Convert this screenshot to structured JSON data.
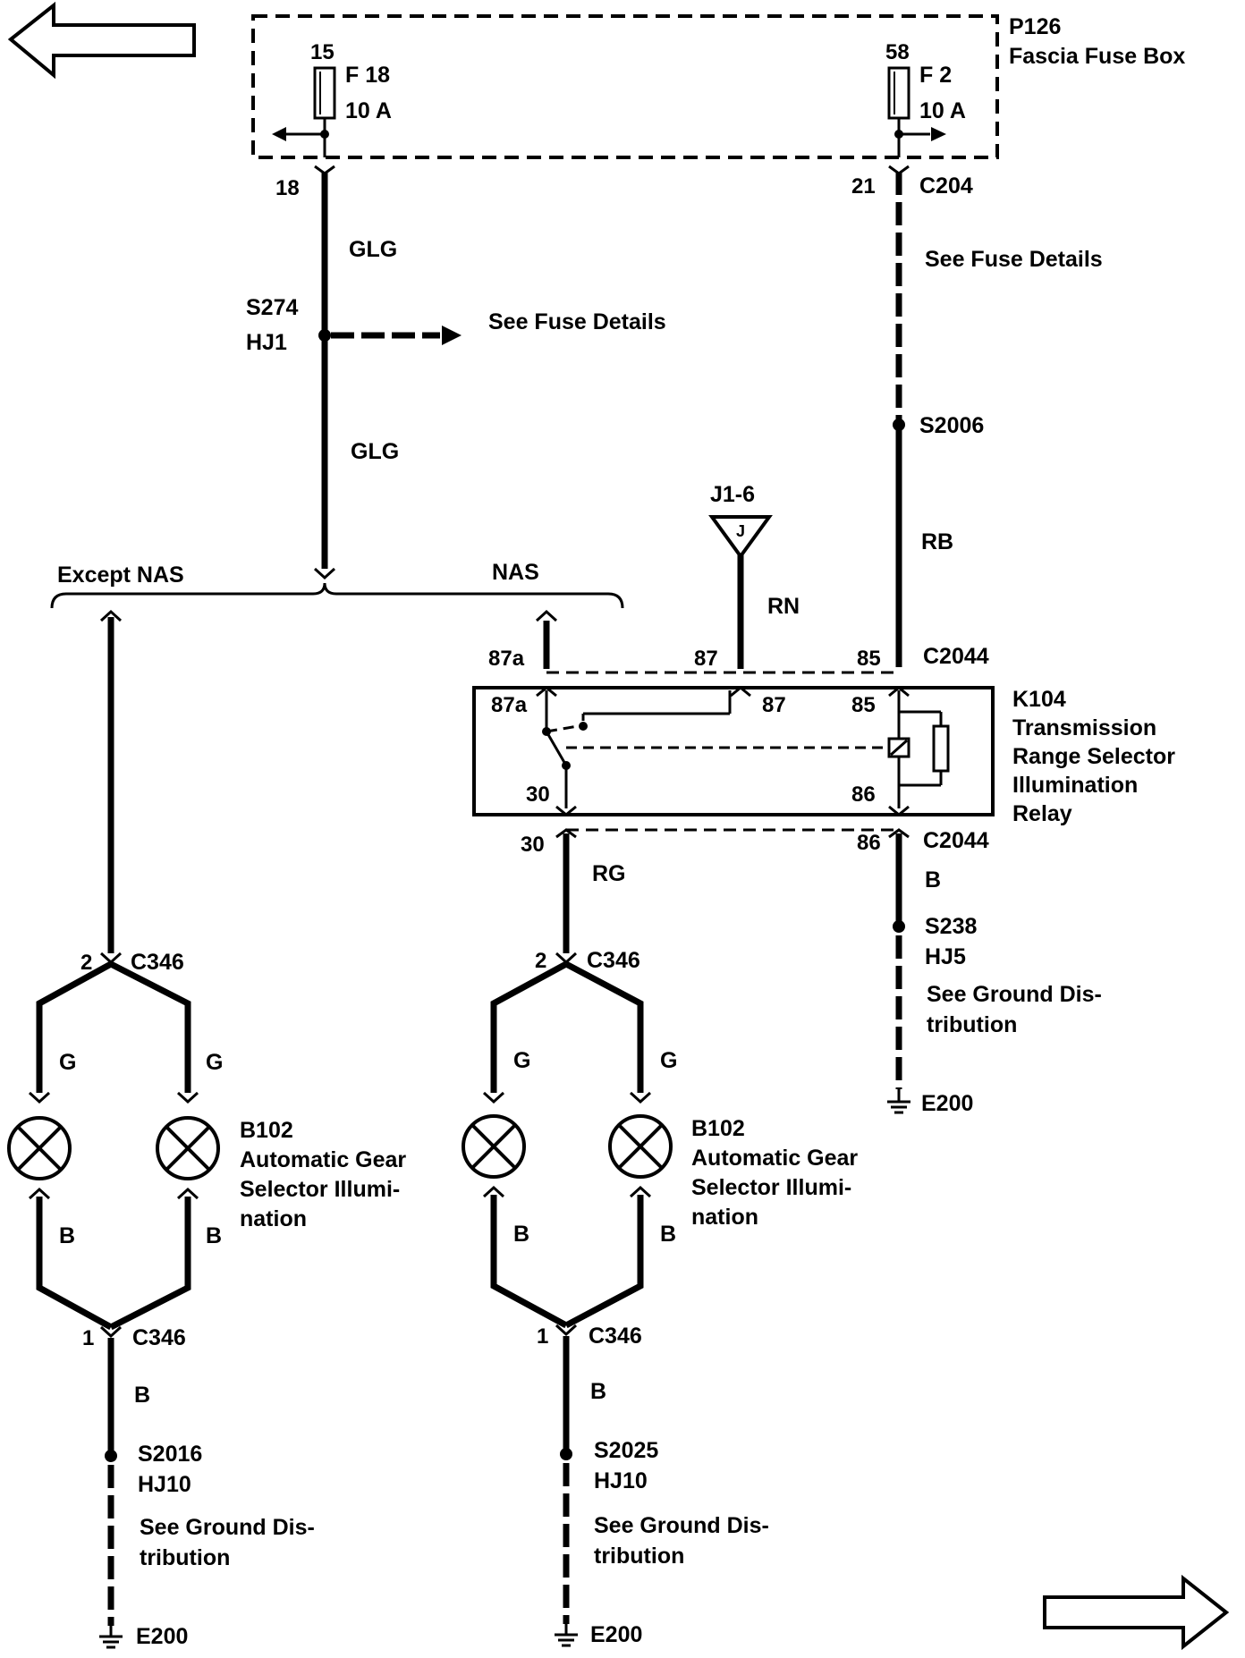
{
  "nav": {
    "back_arrow_icon": "arrow-left-outline",
    "forward_arrow_icon": "arrow-right-outline"
  },
  "fuse_box": {
    "id": "P126",
    "name": "Fascia Fuse Box",
    "fuse_left": {
      "pin": "15",
      "name": "F 18",
      "rating": "10 A"
    },
    "fuse_right": {
      "pin": "58",
      "name": "F 2",
      "rating": "10 A"
    }
  },
  "left_circuit": {
    "pin_out": "18",
    "wire1": "GLG",
    "splice": "S274",
    "harness": "HJ1",
    "see_fuse": "See Fuse Details",
    "wire2": "GLG",
    "branch_except": "Except NAS",
    "branch_nas": "NAS"
  },
  "right_circuit": {
    "pin_out": "21",
    "connector": "C204",
    "see_fuse": "See Fuse Details",
    "splice": "S2006",
    "wire": "RB"
  },
  "jumper": {
    "label": "J1-6",
    "symbol": "J",
    "wire": "RN"
  },
  "relay_connector": {
    "name": "C2044",
    "pin_87a": "87a",
    "pin_87": "87",
    "pin_85": "85",
    "pin_30": "30",
    "pin_86": "86"
  },
  "relay": {
    "id": "K104",
    "line1": "Transmission",
    "line2": "Range Selector",
    "line3": "Illumination",
    "line4": "Relay",
    "pin_87a": "87a",
    "pin_87": "87",
    "pin_85": "85",
    "pin_30": "30",
    "pin_86": "86"
  },
  "relay_output": {
    "wire": "RG"
  },
  "ground_circuit": {
    "connector": "C2044",
    "wire": "B",
    "splice": "S238",
    "harness": "HJ5",
    "see_ground_1": "See Ground Dis-",
    "see_ground_2": "tribution",
    "ground": "E200"
  },
  "lamp_group_left": {
    "top_pin": "2",
    "top_connector": "C346",
    "wire_in_left": "G",
    "wire_in_right": "G",
    "lamp_id": "B102",
    "lamp_line1": "Automatic Gear",
    "lamp_line2": "Selector Illumi-",
    "lamp_line3": "nation",
    "wire_out_left": "B",
    "wire_out_right": "B",
    "bottom_pin": "1",
    "bottom_connector": "C346",
    "wire_ground": "B",
    "splice": "S2016",
    "harness": "HJ10",
    "see_ground_1": "See Ground Dis-",
    "see_ground_2": "tribution",
    "ground": "E200"
  },
  "lamp_group_right": {
    "top_pin": "2",
    "top_connector": "C346",
    "wire_in_left": "G",
    "wire_in_right": "G",
    "lamp_id": "B102",
    "lamp_line1": "Automatic Gear",
    "lamp_line2": "Selector Illumi-",
    "lamp_line3": "nation",
    "wire_out_left": "B",
    "wire_out_right": "B",
    "bottom_pin": "1",
    "bottom_connector": "C346",
    "wire_ground": "B",
    "splice": "S2025",
    "harness": "HJ10",
    "see_ground_1": "See Ground Dis-",
    "see_ground_2": "tribution",
    "ground": "E200"
  }
}
